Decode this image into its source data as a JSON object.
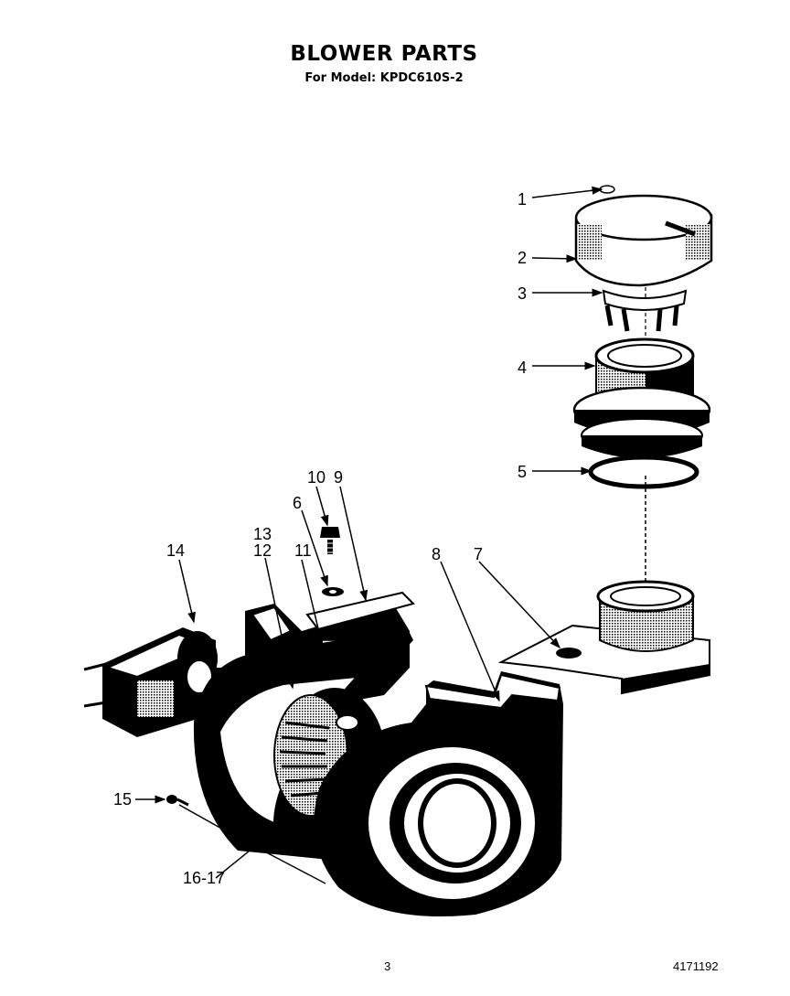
{
  "header": {
    "title": "BLOWER PARTS",
    "subtitle": "For Model: KPDC610S-2"
  },
  "callouts": {
    "c1": "1",
    "c2": "2",
    "c3": "3",
    "c4": "4",
    "c5": "5",
    "c6": "6",
    "c7": "7",
    "c8": "8",
    "c9": "9",
    "c10": "10",
    "c11": "11",
    "c12": "12",
    "c13": "13",
    "c14": "14",
    "c15": "15",
    "c16": "16-17"
  },
  "footer": {
    "page": "3",
    "doc_number": "4171192"
  }
}
